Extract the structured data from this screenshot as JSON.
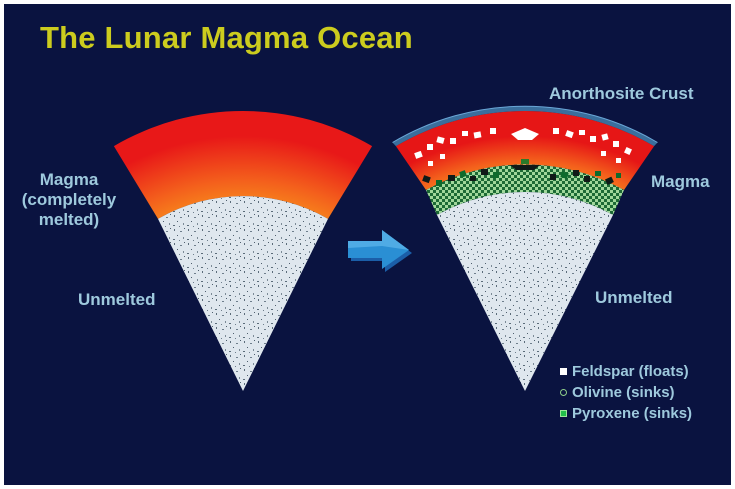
{
  "title": "The Lunar Magma Ocean",
  "left_wedge": {
    "magma_label": "Magma\n(completely\nmelted)",
    "unmelted_label": "Unmelted"
  },
  "right_wedge": {
    "crust_label": "Anorthosite Crust",
    "magma_label": "Magma",
    "unmelted_label": "Unmelted"
  },
  "legend": [
    {
      "label": "Feldspar (floats)",
      "symbol": "filled-square-white"
    },
    {
      "label": "Olivine (sinks)",
      "symbol": "open-circle-green"
    },
    {
      "label": "Pyroxene (sinks)",
      "symbol": "filled-square-green"
    }
  ],
  "colors": {
    "background": "#0a1340",
    "title": "#cccc1e",
    "labels": "#9ec9dd",
    "magma_outer": "#e81818",
    "magma_inner": "#f9a21c",
    "rock": "#dfe7ee",
    "arrow": "#2a8fd4",
    "crust": "#3a6e9c",
    "olivine_layer": "#1f7a3a"
  }
}
